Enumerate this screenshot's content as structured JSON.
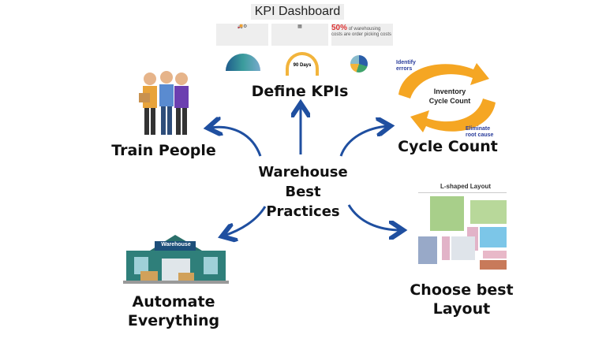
{
  "center": {
    "lines": [
      "Warehouse",
      "Best",
      "Practices"
    ]
  },
  "nodes": {
    "define_kpis": "Define KPIs",
    "train_people": "Train People",
    "cycle_count": "Cycle Count",
    "automate": [
      "Automate",
      "Everything"
    ],
    "layout": [
      "Choose best",
      "Layout"
    ]
  },
  "kpi_image": {
    "title": "KPI Dashboard",
    "stat": "50%",
    "stat_text": "of warehousing costs are order picking costs",
    "gauge": "90 Days"
  },
  "cycle_image": {
    "center": [
      "Inventory",
      "Cycle Count"
    ],
    "top": [
      "Identify",
      "errors"
    ],
    "bottom": [
      "Eliminate",
      "root cause"
    ]
  },
  "layout_image": {
    "title": "L-shaped Layout"
  },
  "warehouse_image": {
    "sign": "Warehouse"
  },
  "colors": {
    "arrow": "#1f4fa0",
    "cycle": "#f5a623",
    "cycle_text": "#2a3d9c"
  }
}
